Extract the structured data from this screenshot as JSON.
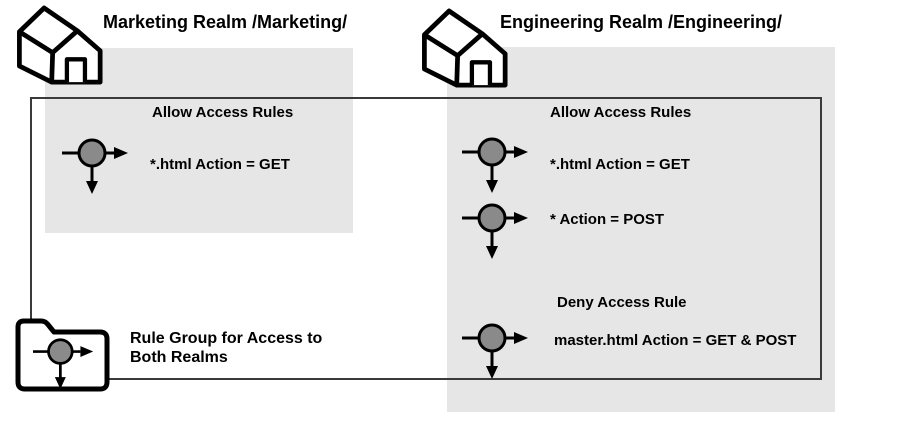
{
  "diagram": {
    "marketing": {
      "title": "Marketing Realm /Marketing/",
      "allow_heading": "Allow Access Rules",
      "allow_rules": [
        "*.html Action = GET"
      ]
    },
    "engineering": {
      "title": "Engineering Realm /Engineering/",
      "allow_heading": "Allow Access Rules",
      "allow_rules": [
        "*.html Action = GET",
        "* Action = POST"
      ],
      "deny_heading": "Deny Access Rule",
      "deny_rules": [
        "master.html Action = GET & POST"
      ]
    },
    "rule_group": {
      "label_line1": "Rule Group for Access to",
      "label_line2": "Both Realms"
    },
    "colors": {
      "realm_box_fill": "#e6e6e6",
      "rule_circle_fill": "#8a8a8a",
      "icon_outline": "#000000",
      "container_border": "#3a3a3a"
    }
  }
}
